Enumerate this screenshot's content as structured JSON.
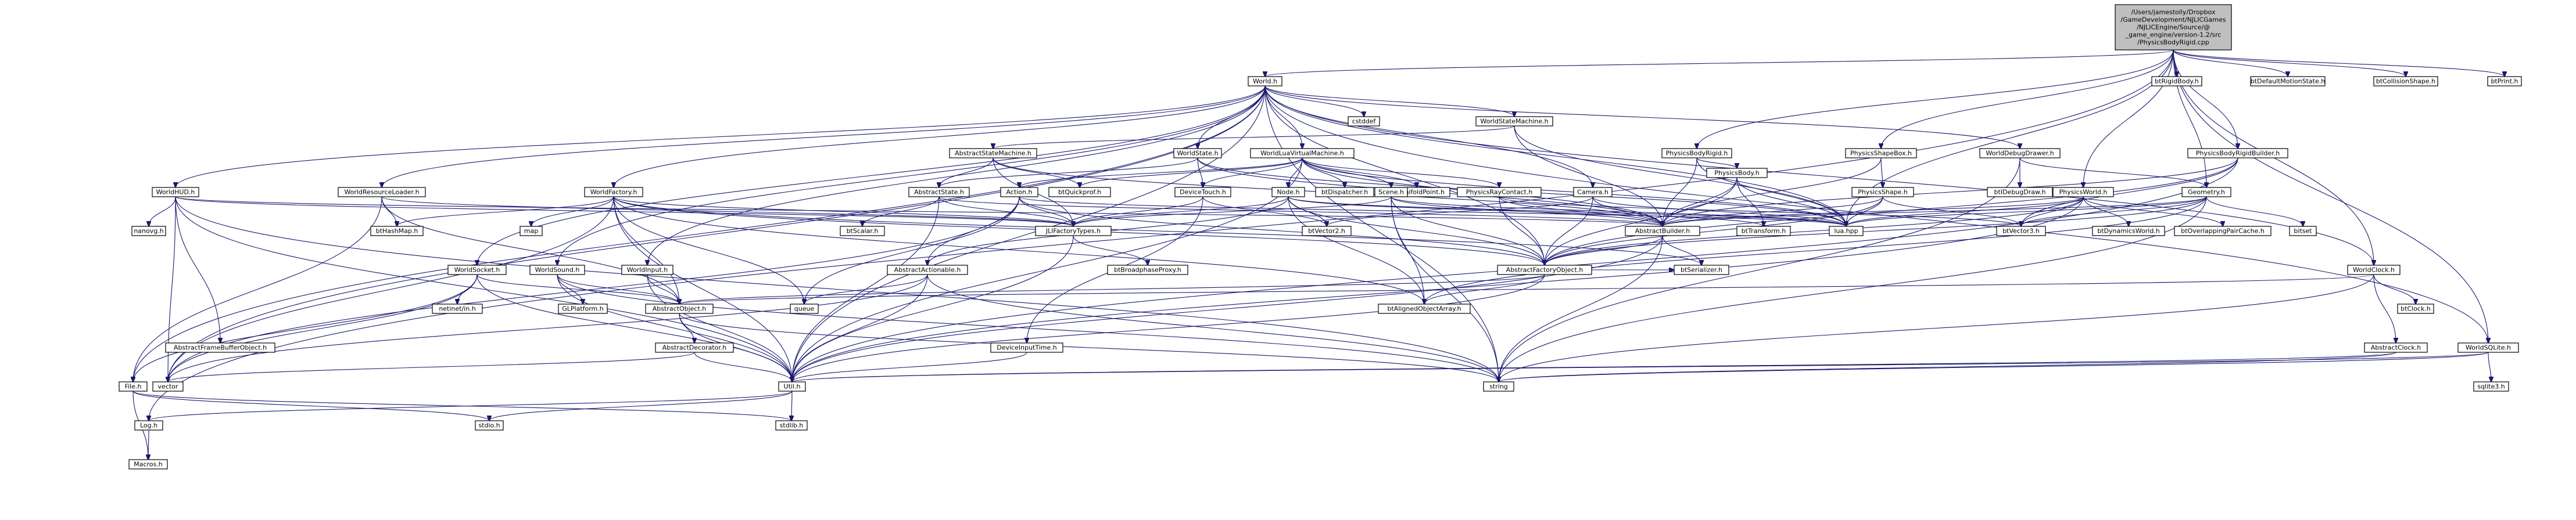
{
  "diagram": {
    "root_label_lines": [
      "/Users/jamestolly/Dropbox",
      "/GameDevelopment/NJLICGames",
      "/NJLICEngine/Source/@",
      "_game_engine/version-1.2/src",
      "/PhysicsBodyRigid.cpp"
    ],
    "node_labels": {
      "world": "World.h",
      "rigidBody": "btRigidBody.h",
      "defMotionState": "btDefaultMotionState.h",
      "collisionShape": "btCollisionShape.h",
      "btPrint": "btPrint.h",
      "log": "Log.h",
      "macros": "Macros.h",
      "cstddef": "cstddef",
      "worldStateMachine": "WorldStateMachine.h",
      "worldState": "WorldState.h",
      "worldLuaVM": "WorldLuaVirtualMachine.h",
      "abstractStateMachine": "AbstractStateMachine.h",
      "physicsBodyRigid": "PhysicsBodyRigid.h",
      "physicsShapeBox": "PhysicsShapeBox.h",
      "worldDebugDrawer": "WorldDebugDrawer.h",
      "physicsBodyRigidBuilder": "PhysicsBodyRigidBuilder.h",
      "worldHud": "WorldHUD.h",
      "worldResourceLoader": "WorldResourceLoader.h",
      "worldFactory": "WorldFactory.h",
      "abstractState": "AbstractState.h",
      "action": "Action.h",
      "btQuickprof": "btQuickprof.h",
      "deviceTouch": "DeviceTouch.h",
      "node": "Node.h",
      "btDispatcher": "btDispatcher.h",
      "btManifoldPoint": "btManifoldPoint.h",
      "physicsRayContact": "PhysicsRayContact.h",
      "scene": "Scene.h",
      "camera": "Camera.h",
      "physicsBody": "PhysicsBody.h",
      "physicsShape": "PhysicsShape.h",
      "physicsWorld": "PhysicsWorld.h",
      "geometry": "Geometry.h",
      "btDebugDraw": "btIDebugDraw.h",
      "nanovg": "nanovg.h",
      "btHashMap": "btHashMap.h",
      "map": "map",
      "btScalar": "btScalar.h",
      "jliFactoryTypes": "JLIFactoryTypes.h",
      "btVector2": "btVector2.h",
      "abstractBuilder": "AbstractBuilder.h",
      "btTransform": "btTransform.h",
      "luaHpp": "lua.hpp",
      "btVector3": "btVector3.h",
      "btDynamicsWorld": "btDynamicsWorld.h",
      "btOverlappingPairCache": "btOverlappingPairCache.h",
      "bitset": "bitset",
      "worldClock": "WorldClock.h",
      "worldSocket": "WorldSocket.h",
      "worldSound": "WorldSound.h",
      "worldInput": "WorldInput.h",
      "abstractActionable": "AbstractActionable.h",
      "btBroadphaseProxy": "btBroadphaseProxy.h",
      "abstractFactoryObject": "AbstractFactoryObject.h",
      "btSerializer": "btSerializer.h",
      "btClock": "btClock.h",
      "netinet": "netinet/in.h",
      "glPlatform": "GLPlatform.h",
      "abstractObject": "AbstractObject.h",
      "queue": "queue",
      "btAlignedObjectArray": "btAlignedObjectArray.h",
      "abstractClock": "AbstractClock.h",
      "worldSqlite": "WorldSQLite.h",
      "abstractFrameBufferObject": "AbstractFrameBufferObject.h",
      "abstractDecorator": "AbstractDecorator.h",
      "deviceInputTime": "DeviceInputTime.h",
      "file": "File.h",
      "vector": "vector",
      "util": "Util.h",
      "string": "string",
      "sqlite3": "sqlite3.h",
      "stdio": "stdio.h",
      "stdlib": "stdlib.h"
    },
    "edges": [
      [
        "root",
        "world"
      ],
      [
        "root",
        "rigidBody"
      ],
      [
        "root",
        "defMotionState"
      ],
      [
        "root",
        "collisionShape"
      ],
      [
        "root",
        "btPrint"
      ],
      [
        "root",
        "log"
      ],
      [
        "root",
        "physicsBodyRigid"
      ],
      [
        "root",
        "physicsShapeBox"
      ],
      [
        "root",
        "physicsBodyRigidBuilder"
      ],
      [
        "root",
        "geometry"
      ],
      [
        "root",
        "physicsWorld"
      ],
      [
        "root",
        "luaHpp"
      ],
      [
        "root",
        "worldClock"
      ],
      [
        "root",
        "worldSqlite"
      ],
      [
        "world",
        "cstddef"
      ],
      [
        "world",
        "worldStateMachine"
      ],
      [
        "world",
        "worldState"
      ],
      [
        "world",
        "worldLuaVM"
      ],
      [
        "world",
        "worldHud"
      ],
      [
        "world",
        "worldResourceLoader"
      ],
      [
        "world",
        "worldFactory"
      ],
      [
        "world",
        "worldDebugDrawer"
      ],
      [
        "world",
        "worldClock"
      ],
      [
        "world",
        "worldSqlite"
      ],
      [
        "world",
        "worldSocket"
      ],
      [
        "world",
        "worldSound"
      ],
      [
        "world",
        "worldInput"
      ],
      [
        "world",
        "camera"
      ],
      [
        "world",
        "file"
      ],
      [
        "world",
        "vector"
      ],
      [
        "world",
        "string"
      ],
      [
        "world",
        "util"
      ],
      [
        "world",
        "luaHpp"
      ],
      [
        "world",
        "abstractFactoryObject"
      ],
      [
        "worldStateMachine",
        "abstractStateMachine"
      ],
      [
        "worldStateMachine",
        "abstractBuilder"
      ],
      [
        "worldStateMachine",
        "luaHpp"
      ],
      [
        "worldState",
        "abstractState"
      ],
      [
        "worldState",
        "deviceTouch"
      ],
      [
        "worldState",
        "luaHpp"
      ],
      [
        "worldState",
        "abstractBuilder"
      ],
      [
        "worldLuaVM",
        "action"
      ],
      [
        "worldLuaVM",
        "btQuickprof"
      ],
      [
        "worldLuaVM",
        "deviceTouch"
      ],
      [
        "worldLuaVM",
        "node"
      ],
      [
        "worldLuaVM",
        "btDispatcher"
      ],
      [
        "worldLuaVM",
        "btManifoldPoint"
      ],
      [
        "worldLuaVM",
        "physicsRayContact"
      ],
      [
        "worldLuaVM",
        "scene"
      ],
      [
        "worldLuaVM",
        "luaHpp"
      ],
      [
        "worldLuaVM",
        "abstractBuilder"
      ],
      [
        "worldLuaVM",
        "util"
      ],
      [
        "abstractStateMachine",
        "abstractState"
      ],
      [
        "abstractStateMachine",
        "btQuickprof"
      ],
      [
        "abstractStateMachine",
        "abstractBuilder"
      ],
      [
        "abstractStateMachine",
        "jliFactoryTypes"
      ],
      [
        "physicsBodyRigid",
        "physicsBody"
      ],
      [
        "physicsBodyRigid",
        "abstractBuilder"
      ],
      [
        "physicsBodyRigid",
        "luaHpp"
      ],
      [
        "physicsShapeBox",
        "physicsShape"
      ],
      [
        "physicsShapeBox",
        "abstractBuilder"
      ],
      [
        "worldDebugDrawer",
        "btDebugDraw"
      ],
      [
        "worldDebugDrawer",
        "geometry"
      ],
      [
        "worldDebugDrawer",
        "string"
      ],
      [
        "physicsBodyRigidBuilder",
        "abstractBuilder"
      ],
      [
        "physicsBodyRigidBuilder",
        "abstractFactoryObject"
      ],
      [
        "physicsBodyRigidBuilder",
        "util"
      ],
      [
        "physicsBodyRigidBuilder",
        "btVector3"
      ],
      [
        "worldHud",
        "nanovg"
      ],
      [
        "worldHud",
        "jliFactoryTypes"
      ],
      [
        "worldHud",
        "abstractFrameBufferObject"
      ],
      [
        "worldHud",
        "vector"
      ],
      [
        "worldHud",
        "util"
      ],
      [
        "worldHud",
        "string"
      ],
      [
        "worldHud",
        "abstractBuilder"
      ],
      [
        "worldResourceLoader",
        "btHashMap"
      ],
      [
        "worldResourceLoader",
        "file"
      ],
      [
        "worldResourceLoader",
        "abstractObject"
      ],
      [
        "worldResourceLoader",
        "jliFactoryTypes"
      ],
      [
        "worldFactory",
        "btHashMap"
      ],
      [
        "worldFactory",
        "map"
      ],
      [
        "worldFactory",
        "jliFactoryTypes"
      ],
      [
        "worldFactory",
        "vector"
      ],
      [
        "worldFactory",
        "btAlignedObjectArray"
      ],
      [
        "worldFactory",
        "abstractFactoryObject"
      ],
      [
        "worldFactory",
        "util"
      ],
      [
        "worldFactory",
        "queue"
      ],
      [
        "worldFactory",
        "abstractObject"
      ],
      [
        "worldFactory",
        "btSerializer"
      ],
      [
        "abstractState",
        "btScalar"
      ],
      [
        "abstractState",
        "jliFactoryTypes"
      ],
      [
        "abstractState",
        "abstractBuilder"
      ],
      [
        "abstractState",
        "util"
      ],
      [
        "action",
        "jliFactoryTypes"
      ],
      [
        "action",
        "abstractActionable"
      ],
      [
        "action",
        "abstractFactoryObject"
      ],
      [
        "action",
        "vector"
      ],
      [
        "action",
        "queue"
      ],
      [
        "action",
        "luaHpp"
      ],
      [
        "deviceTouch",
        "deviceInputTime"
      ],
      [
        "deviceTouch",
        "btVector2"
      ],
      [
        "deviceTouch",
        "jliFactoryTypes"
      ],
      [
        "node",
        "abstractActionable"
      ],
      [
        "node",
        "btVector2"
      ],
      [
        "node",
        "jliFactoryTypes"
      ],
      [
        "node",
        "abstractFactoryObject"
      ],
      [
        "node",
        "btTransform"
      ],
      [
        "node",
        "luaHpp"
      ],
      [
        "node",
        "btAlignedObjectArray"
      ],
      [
        "physicsRayContact",
        "abstractBuilder"
      ],
      [
        "physicsRayContact",
        "abstractFactoryObject"
      ],
      [
        "physicsRayContact",
        "btVector3"
      ],
      [
        "scene",
        "abstractBuilder"
      ],
      [
        "scene",
        "abstractFactoryObject"
      ],
      [
        "scene",
        "btAlignedObjectArray"
      ],
      [
        "scene",
        "luaHpp"
      ],
      [
        "scene",
        "string"
      ],
      [
        "scene",
        "jliFactoryTypes"
      ],
      [
        "camera",
        "abstractBuilder"
      ],
      [
        "camera",
        "abstractFactoryObject"
      ],
      [
        "camera",
        "luaHpp"
      ],
      [
        "camera",
        "btVector2"
      ],
      [
        "physicsBody",
        "abstractBuilder"
      ],
      [
        "physicsBody",
        "abstractFactoryObject"
      ],
      [
        "physicsBody",
        "btTransform"
      ],
      [
        "physicsBody",
        "luaHpp"
      ],
      [
        "physicsShape",
        "abstractBuilder"
      ],
      [
        "physicsShape",
        "abstractFactoryObject"
      ],
      [
        "physicsShape",
        "btVector3"
      ],
      [
        "physicsShape",
        "luaHpp"
      ],
      [
        "physicsWorld",
        "btDynamicsWorld"
      ],
      [
        "physicsWorld",
        "btOverlappingPairCache"
      ],
      [
        "physicsWorld",
        "btVector3"
      ],
      [
        "physicsWorld",
        "abstractBuilder"
      ],
      [
        "physicsWorld",
        "abstractFactoryObject"
      ],
      [
        "physicsWorld",
        "util"
      ],
      [
        "physicsWorld",
        "luaHpp"
      ],
      [
        "geometry",
        "bitset"
      ],
      [
        "geometry",
        "abstractBuilder"
      ],
      [
        "geometry",
        "abstractFactoryObject"
      ],
      [
        "geometry",
        "btVector3"
      ],
      [
        "geometry",
        "string"
      ],
      [
        "geometry",
        "btAlignedObjectArray"
      ],
      [
        "geometry",
        "luaHpp"
      ],
      [
        "worldClock",
        "btClock"
      ],
      [
        "worldClock",
        "abstractClock"
      ],
      [
        "worldClock",
        "abstractObject"
      ],
      [
        "worldClock",
        "string"
      ],
      [
        "worldSocket",
        "netinet"
      ],
      [
        "worldSocket",
        "abstractObject"
      ],
      [
        "worldSocket",
        "util"
      ],
      [
        "worldSocket",
        "vector"
      ],
      [
        "worldSocket",
        "file"
      ],
      [
        "worldSound",
        "glPlatform"
      ],
      [
        "worldSound",
        "abstractObject"
      ],
      [
        "worldSound",
        "util"
      ],
      [
        "worldSound",
        "string"
      ],
      [
        "worldInput",
        "abstractObject"
      ],
      [
        "worldInput",
        "util"
      ],
      [
        "jliFactoryTypes",
        "btBroadphaseProxy"
      ],
      [
        "jliFactoryTypes",
        "util"
      ],
      [
        "abstractBuilder",
        "abstractFactoryObject"
      ],
      [
        "abstractBuilder",
        "btSerializer"
      ],
      [
        "abstractBuilder",
        "util"
      ],
      [
        "abstractBuilder",
        "string"
      ],
      [
        "abstractActionable",
        "queue"
      ],
      [
        "abstractActionable",
        "util"
      ],
      [
        "abstractActionable",
        "string"
      ],
      [
        "abstractActionable",
        "vector"
      ],
      [
        "abstractFactoryObject",
        "abstractObject"
      ],
      [
        "abstractFactoryObject",
        "btAlignedObjectArray"
      ],
      [
        "abstractFactoryObject",
        "btSerializer"
      ],
      [
        "abstractFactoryObject",
        "util"
      ],
      [
        "abstractObject",
        "abstractDecorator"
      ],
      [
        "abstractObject",
        "string"
      ],
      [
        "abstractObject",
        "util"
      ],
      [
        "abstractDecorator",
        "util"
      ],
      [
        "abstractDecorator",
        "vector"
      ],
      [
        "abstractClock",
        "util"
      ],
      [
        "abstractClock",
        "string"
      ],
      [
        "worldSqlite",
        "sqlite3"
      ],
      [
        "worldSqlite",
        "util"
      ],
      [
        "worldSqlite",
        "string"
      ],
      [
        "deviceInputTime",
        "util"
      ],
      [
        "file",
        "stdio"
      ],
      [
        "file",
        "stdlib"
      ],
      [
        "file",
        "macros"
      ],
      [
        "util",
        "stdio"
      ],
      [
        "util",
        "stdlib"
      ],
      [
        "util",
        "log"
      ],
      [
        "log",
        "macros"
      ]
    ]
  }
}
